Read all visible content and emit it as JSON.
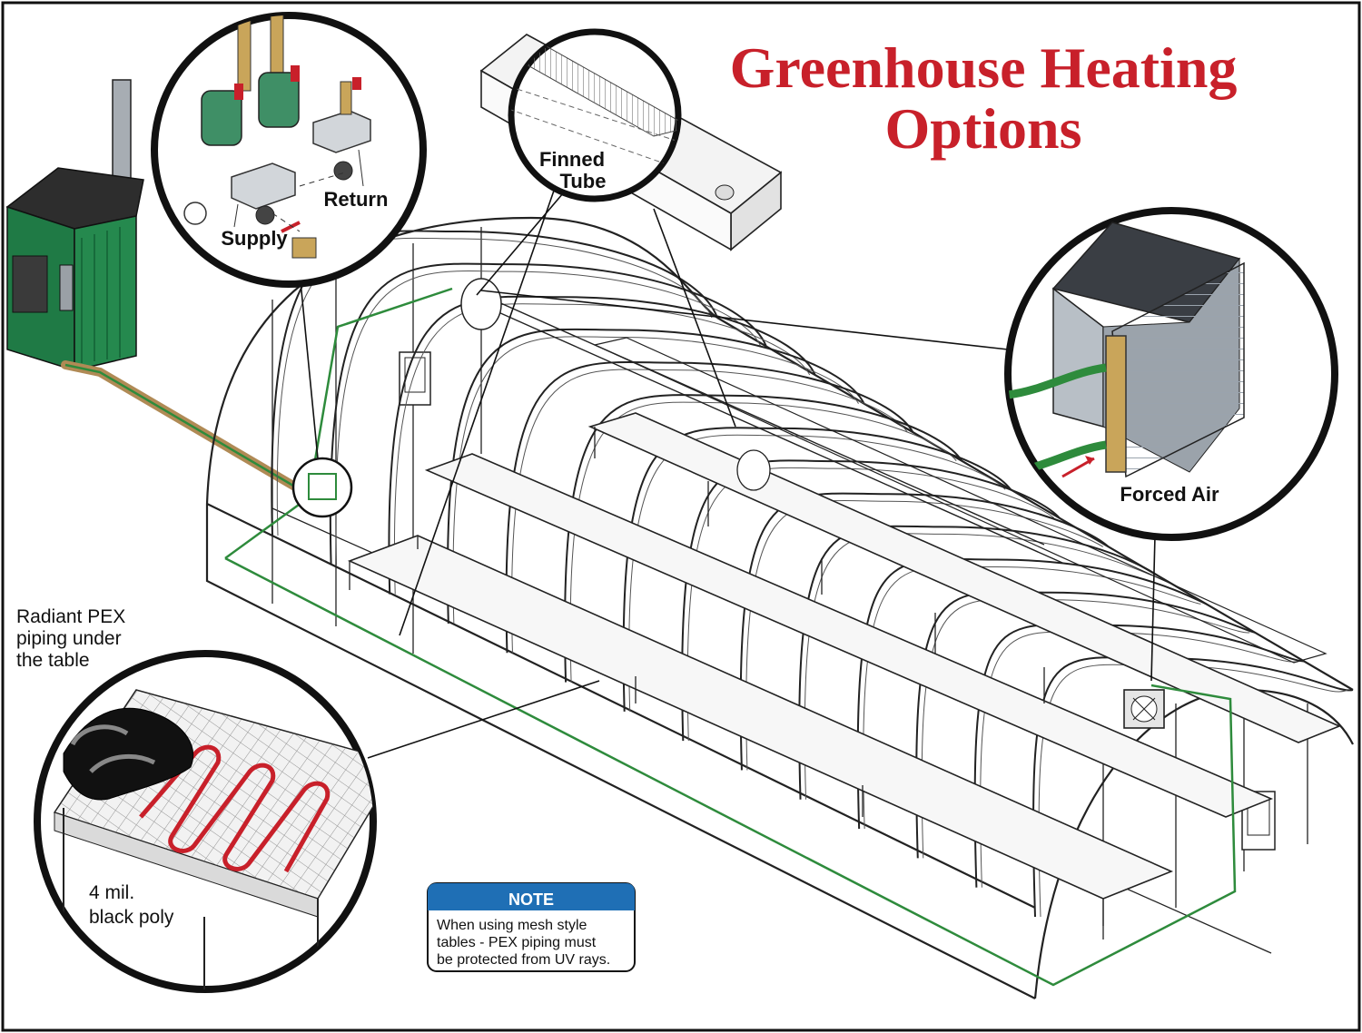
{
  "title": {
    "line1": "Greenhouse Heating",
    "line2": "Options"
  },
  "labels": {
    "finned_tube": [
      "Finned",
      "Tube"
    ],
    "supply": "Supply",
    "return": "Return",
    "forced_air": "Forced Air",
    "radiant": [
      "Radiant PEX",
      "piping under",
      "the table"
    ],
    "black_poly": [
      "4 mil.",
      "black poly"
    ]
  },
  "note": {
    "header": "NOTE",
    "lines": [
      "When using mesh style",
      "tables - PEX piping must",
      "be protected from UV rays."
    ]
  },
  "colors": {
    "title": "#c8202a",
    "note_header": "#1f6fb5",
    "pex": "#c8202a",
    "boiler_green": "#1f7a45",
    "feed_pipe": "#b08a55",
    "green_pipe": "#2e8b3c"
  }
}
